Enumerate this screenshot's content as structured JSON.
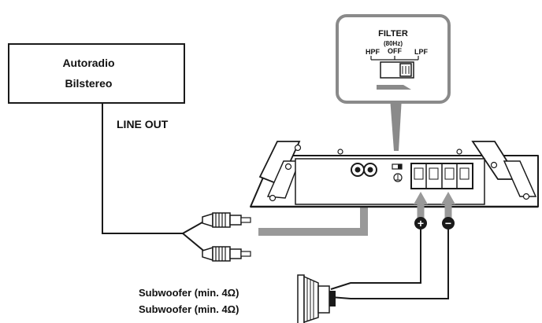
{
  "head_unit": {
    "line1": "Autoradio",
    "line2": "Bilstereo",
    "output_label": "LINE OUT"
  },
  "filter_switch": {
    "title": "FILTER",
    "frequency": "(80Hz)",
    "positions": [
      "HPF",
      "OFF",
      "LPF"
    ],
    "selected": "LPF"
  },
  "speakers": {
    "label_1": "Subwoofer (min. 4Ω)",
    "label_2": "Subwoofer (min. 4Ω)"
  },
  "terminals": {
    "plus": "+",
    "minus": "−"
  },
  "colors": {
    "line": "#1a1a1a",
    "callout_gray": "#8a8a8a",
    "arrow_gray": "#999999"
  }
}
